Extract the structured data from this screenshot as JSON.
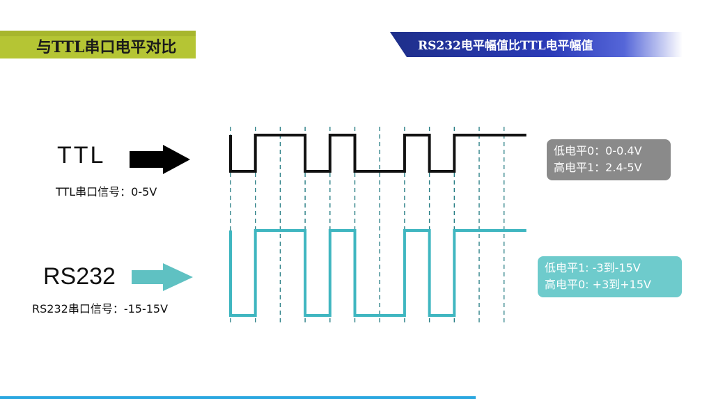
{
  "header": {
    "title": "与TTL串口电平对比",
    "banner": "RS232电平幅值比TTL电平幅值"
  },
  "ttl": {
    "label": "TTL",
    "signal_range": "TTL串口信号：0-5V",
    "low_level": "低电平0：0-0.4V",
    "high_level": "高电平1：2.4-5V"
  },
  "rs232": {
    "label": "RS232",
    "signal_range": "RS232串口信号：-15-15V",
    "low_level": "低电平1: -3到-15V",
    "high_level": "高电平0: +3到+15V"
  },
  "colors": {
    "ttl_wave": "#111111",
    "rs232_wave": "#3fb6c0",
    "ttl_arrow": "#000000",
    "rs232_arrow": "#5fc1c2",
    "ttl_box": "#8a8a8a",
    "rs232_box": "#6ecbcc",
    "title_bar": "#b5c534",
    "banner": "#2b3bb8"
  },
  "waveform": {
    "ttl_bits": [
      0,
      1,
      1,
      0,
      1,
      0,
      0,
      1,
      0,
      1,
      1
    ],
    "rs232_levels": [
      0,
      1,
      1,
      0,
      1,
      0,
      0,
      1,
      0,
      1,
      1
    ]
  }
}
